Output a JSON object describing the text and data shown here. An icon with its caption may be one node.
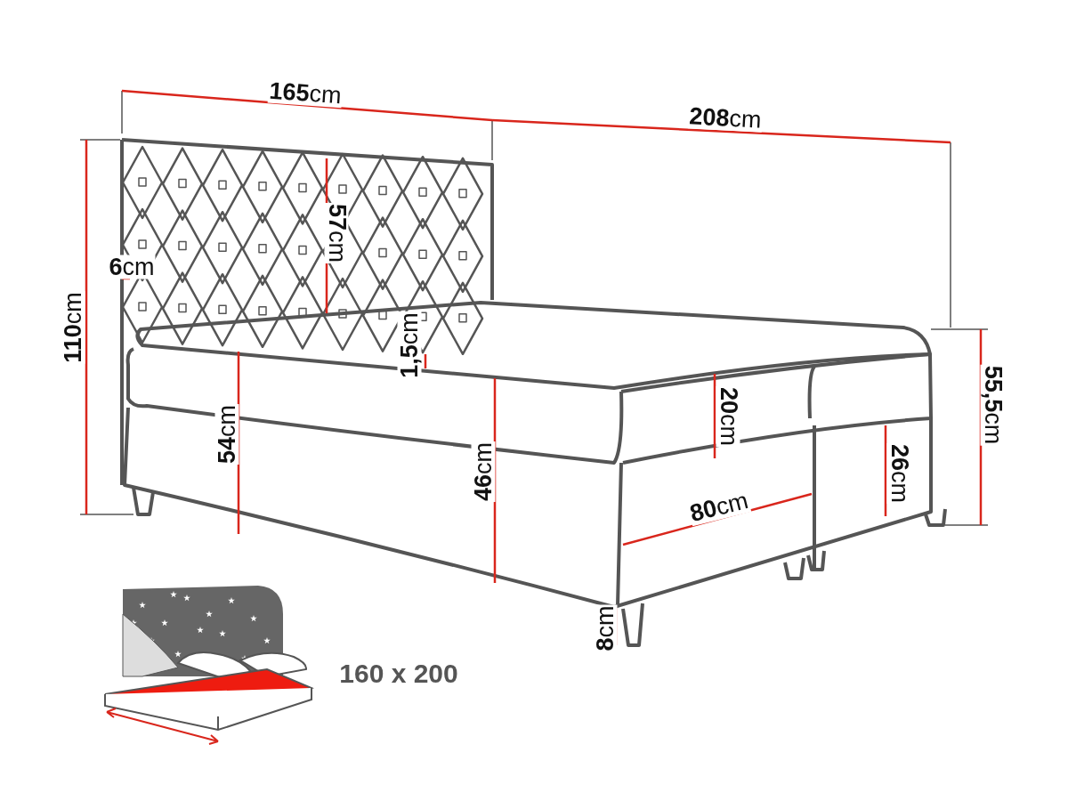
{
  "diagram": {
    "labels": [
      "**165**cm",
      "**208**cm",
      "**57**cm",
      "**6**cm",
      "**110**cm",
      "**1,5**cm",
      "**54**cm",
      "**46**cm",
      "**20**cm",
      "**26**cm",
      "**55,5**cm",
      "**80**cm",
      "**8**cm",
      "160 x 200"
    ]
  }
}
